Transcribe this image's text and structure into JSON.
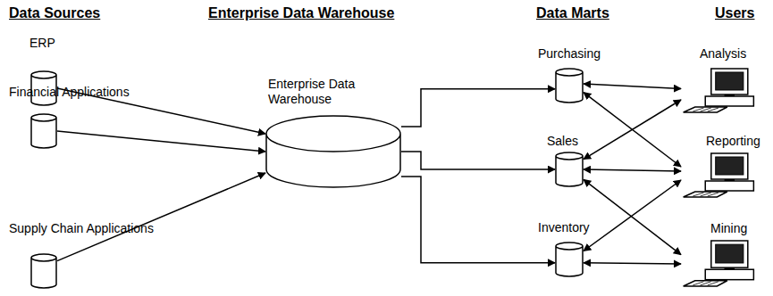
{
  "diagram": {
    "nodes": [
      {
        "text": [
          "ERP"
        ]
      },
      {
        "text": [
          "Financial Applications"
        ]
      },
      {
        "text": [
          "Supply Chain Applications"
        ]
      },
      {
        "text": [
          "Enterprise Data Warehouse"
        ]
      },
      {
        "text": [
          "Purchasing"
        ]
      },
      {
        "text": [
          "Sales"
        ]
      },
      {
        "text": [
          "Inventory"
        ]
      },
      {
        "text": [
          "Analysis"
        ]
      },
      {
        "text": [
          "Reporting"
        ]
      },
      {
        "text": [
          "Mining"
        ]
      }
    ],
    "edges": [
      {
        "from": 0,
        "to": 3,
        "arrow": "to"
      },
      {
        "from": 1,
        "to": 3,
        "arrow": "to"
      },
      {
        "from": 2,
        "to": 3,
        "arrow": "to"
      },
      {
        "from": 3,
        "to": 4,
        "arrow": "to"
      },
      {
        "from": 3,
        "to": 5,
        "arrow": "to"
      },
      {
        "from": 3,
        "to": 6,
        "arrow": "to"
      },
      {
        "from": 4,
        "to": 7,
        "arrow": "both"
      },
      {
        "from": 4,
        "to": 8,
        "arrow": "both"
      },
      {
        "from": 5,
        "to": 7,
        "arrow": "both"
      },
      {
        "from": 5,
        "to": 8,
        "arrow": "both"
      },
      {
        "from": 5,
        "to": 9,
        "arrow": "both"
      },
      {
        "from": 6,
        "to": 8,
        "arrow": "both"
      },
      {
        "from": 6,
        "to": 9,
        "arrow": "both"
      }
    ],
    "labels": [
      "Data Sources",
      "Enterprise Data Warehouse",
      "Data Marts",
      "Users"
    ]
  }
}
